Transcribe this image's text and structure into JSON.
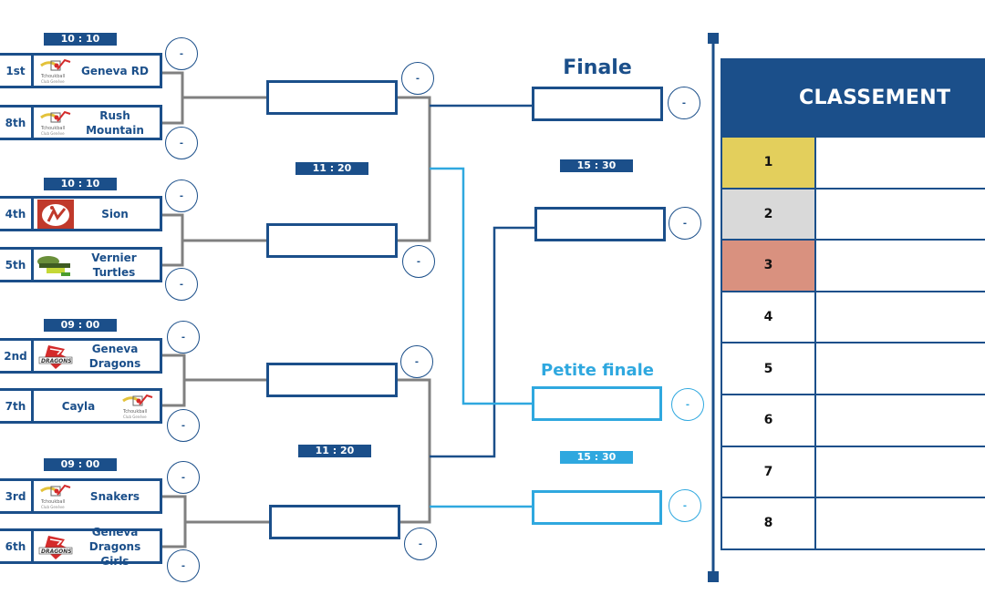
{
  "round1": {
    "matches": [
      {
        "time": "10 : 10",
        "teams": [
          {
            "seed": "1st",
            "name": "Geneva RD",
            "logo": "tchoukball-club-geneve-logo",
            "score": "-"
          },
          {
            "seed": "8th",
            "name": "Rush Mountain",
            "logo": "tchoukball-club-geneve-logo",
            "score": "-"
          }
        ]
      },
      {
        "time": "10 : 10",
        "teams": [
          {
            "seed": "4th",
            "name": "Sion",
            "logo": "tchoukball-club-sion-logo",
            "score": "-"
          },
          {
            "seed": "5th",
            "name": "Vernier Turtles",
            "logo": "vernier-turtles-logo",
            "score": "-"
          }
        ]
      },
      {
        "time": "09 : 00",
        "teams": [
          {
            "seed": "2nd",
            "name": "Geneva Dragons",
            "logo": "geneva-dragons-logo",
            "score": "-"
          },
          {
            "seed": "7th",
            "name": "Cayla",
            "logo": "tchoukball-club-geneve-logo",
            "score": "-"
          }
        ]
      },
      {
        "time": "09 : 00",
        "teams": [
          {
            "seed": "3rd",
            "name": "Snakers",
            "logo": "tchoukball-club-geneve-logo",
            "score": "-"
          },
          {
            "seed": "6th",
            "name": "Geneva Dragons Girls",
            "logo": "geneva-dragons-logo",
            "score": "-"
          }
        ]
      }
    ],
    "logo_texts": {
      "tchoukball_line1": "Tchoukball",
      "tchoukball_line2": "Club Genève",
      "dragons": "DRAGONS"
    }
  },
  "round2": {
    "matches": [
      {
        "time": "11 : 20",
        "slots": [
          {
            "team": "",
            "score": "-"
          },
          {
            "team": "",
            "score": "-"
          }
        ]
      },
      {
        "time": "11 : 20",
        "slots": [
          {
            "team": "",
            "score": "-"
          },
          {
            "team": "",
            "score": "-"
          }
        ]
      }
    ]
  },
  "finale": {
    "title": "Finale",
    "time": "15 : 30",
    "slots": [
      {
        "team": "",
        "score": "-"
      },
      {
        "team": "",
        "score": "-"
      }
    ]
  },
  "petite_finale": {
    "title": "Petite finale",
    "time": "15 : 30",
    "slots": [
      {
        "team": "",
        "score": "-"
      },
      {
        "team": "",
        "score": "-"
      }
    ]
  },
  "ranking": {
    "title": "CLASSEMENT",
    "rows": [
      {
        "position": "1",
        "team": "",
        "color": "#e3cf5c"
      },
      {
        "position": "2",
        "team": "",
        "color": "#d9d9d9"
      },
      {
        "position": "3",
        "team": "",
        "color": "#d9917f"
      },
      {
        "position": "4",
        "team": "",
        "color": "#ffffff"
      },
      {
        "position": "5",
        "team": "",
        "color": "#ffffff"
      },
      {
        "position": "6",
        "team": "",
        "color": "#ffffff"
      },
      {
        "position": "7",
        "team": "",
        "color": "#ffffff"
      },
      {
        "position": "8",
        "team": "",
        "color": "#ffffff"
      }
    ]
  },
  "colors": {
    "primary": "#1b4f8a",
    "light": "#2fa8df",
    "connector": "#808080"
  }
}
